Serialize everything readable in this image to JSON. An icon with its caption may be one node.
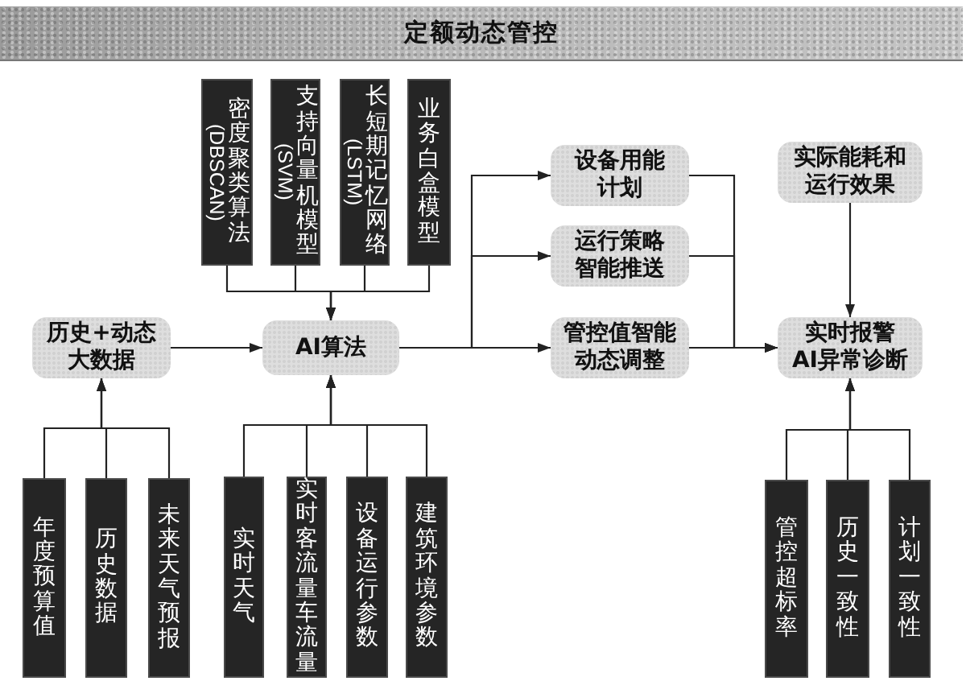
{
  "diagram": {
    "title": "定额动态管控",
    "nodes": [
      {
        "text": [
          "密度聚类算法",
          "(DBSCAN)"
        ]
      },
      {
        "text": [
          "支持向量机模型",
          "(SVM)"
        ]
      },
      {
        "text": [
          "长短期记忆网络",
          "(LSTM)"
        ]
      },
      {
        "text": [
          "业务白盒模型"
        ]
      },
      {
        "text": [
          "设备用能计划"
        ]
      },
      {
        "text": [
          "实际能耗和运行效果"
        ]
      },
      {
        "text": [
          "运行策略智能推送"
        ]
      },
      {
        "text": [
          "历史+动态大数据"
        ]
      },
      {
        "text": [
          "AI算法"
        ]
      },
      {
        "text": [
          "管控值智能动态调整"
        ]
      },
      {
        "text": [
          "实时报警",
          "AI异常诊断"
        ]
      },
      {
        "text": [
          "年度预算值"
        ]
      },
      {
        "text": [
          "历史数据"
        ]
      },
      {
        "text": [
          "未来天气预报"
        ]
      },
      {
        "text": [
          "实时天气"
        ]
      },
      {
        "text": [
          "实时客流量车流量"
        ]
      },
      {
        "text": [
          "设备运行参数"
        ]
      },
      {
        "text": [
          "建筑环境参数"
        ]
      },
      {
        "text": [
          "管控超标率"
        ]
      },
      {
        "text": [
          "历史一致性"
        ]
      },
      {
        "text": [
          "计划一致性"
        ]
      }
    ],
    "edges": [
      {
        "from": 0,
        "to": 8,
        "arrow": "to"
      },
      {
        "from": 1,
        "to": 8,
        "arrow": "to"
      },
      {
        "from": 2,
        "to": 8,
        "arrow": "to"
      },
      {
        "from": 3,
        "to": 8,
        "arrow": "to"
      },
      {
        "from": 7,
        "to": 8,
        "arrow": "to"
      },
      {
        "from": 11,
        "to": 7,
        "arrow": "to"
      },
      {
        "from": 12,
        "to": 7,
        "arrow": "to"
      },
      {
        "from": 13,
        "to": 7,
        "arrow": "to"
      },
      {
        "from": 14,
        "to": 8,
        "arrow": "to"
      },
      {
        "from": 15,
        "to": 8,
        "arrow": "to"
      },
      {
        "from": 16,
        "to": 8,
        "arrow": "to"
      },
      {
        "from": 17,
        "to": 8,
        "arrow": "to"
      },
      {
        "from": 8,
        "to": 4,
        "arrow": "to"
      },
      {
        "from": 8,
        "to": 6,
        "arrow": "to"
      },
      {
        "from": 8,
        "to": 9,
        "arrow": "to"
      },
      {
        "from": 4,
        "to": 10,
        "arrow": "to"
      },
      {
        "from": 6,
        "to": 10,
        "arrow": "to"
      },
      {
        "from": 9,
        "to": 10,
        "arrow": "to"
      },
      {
        "from": 5,
        "to": 10,
        "arrow": "to"
      },
      {
        "from": 18,
        "to": 10,
        "arrow": "to"
      },
      {
        "from": 19,
        "to": 10,
        "arrow": "to"
      },
      {
        "from": 20,
        "to": 10,
        "arrow": "to"
      }
    ]
  }
}
